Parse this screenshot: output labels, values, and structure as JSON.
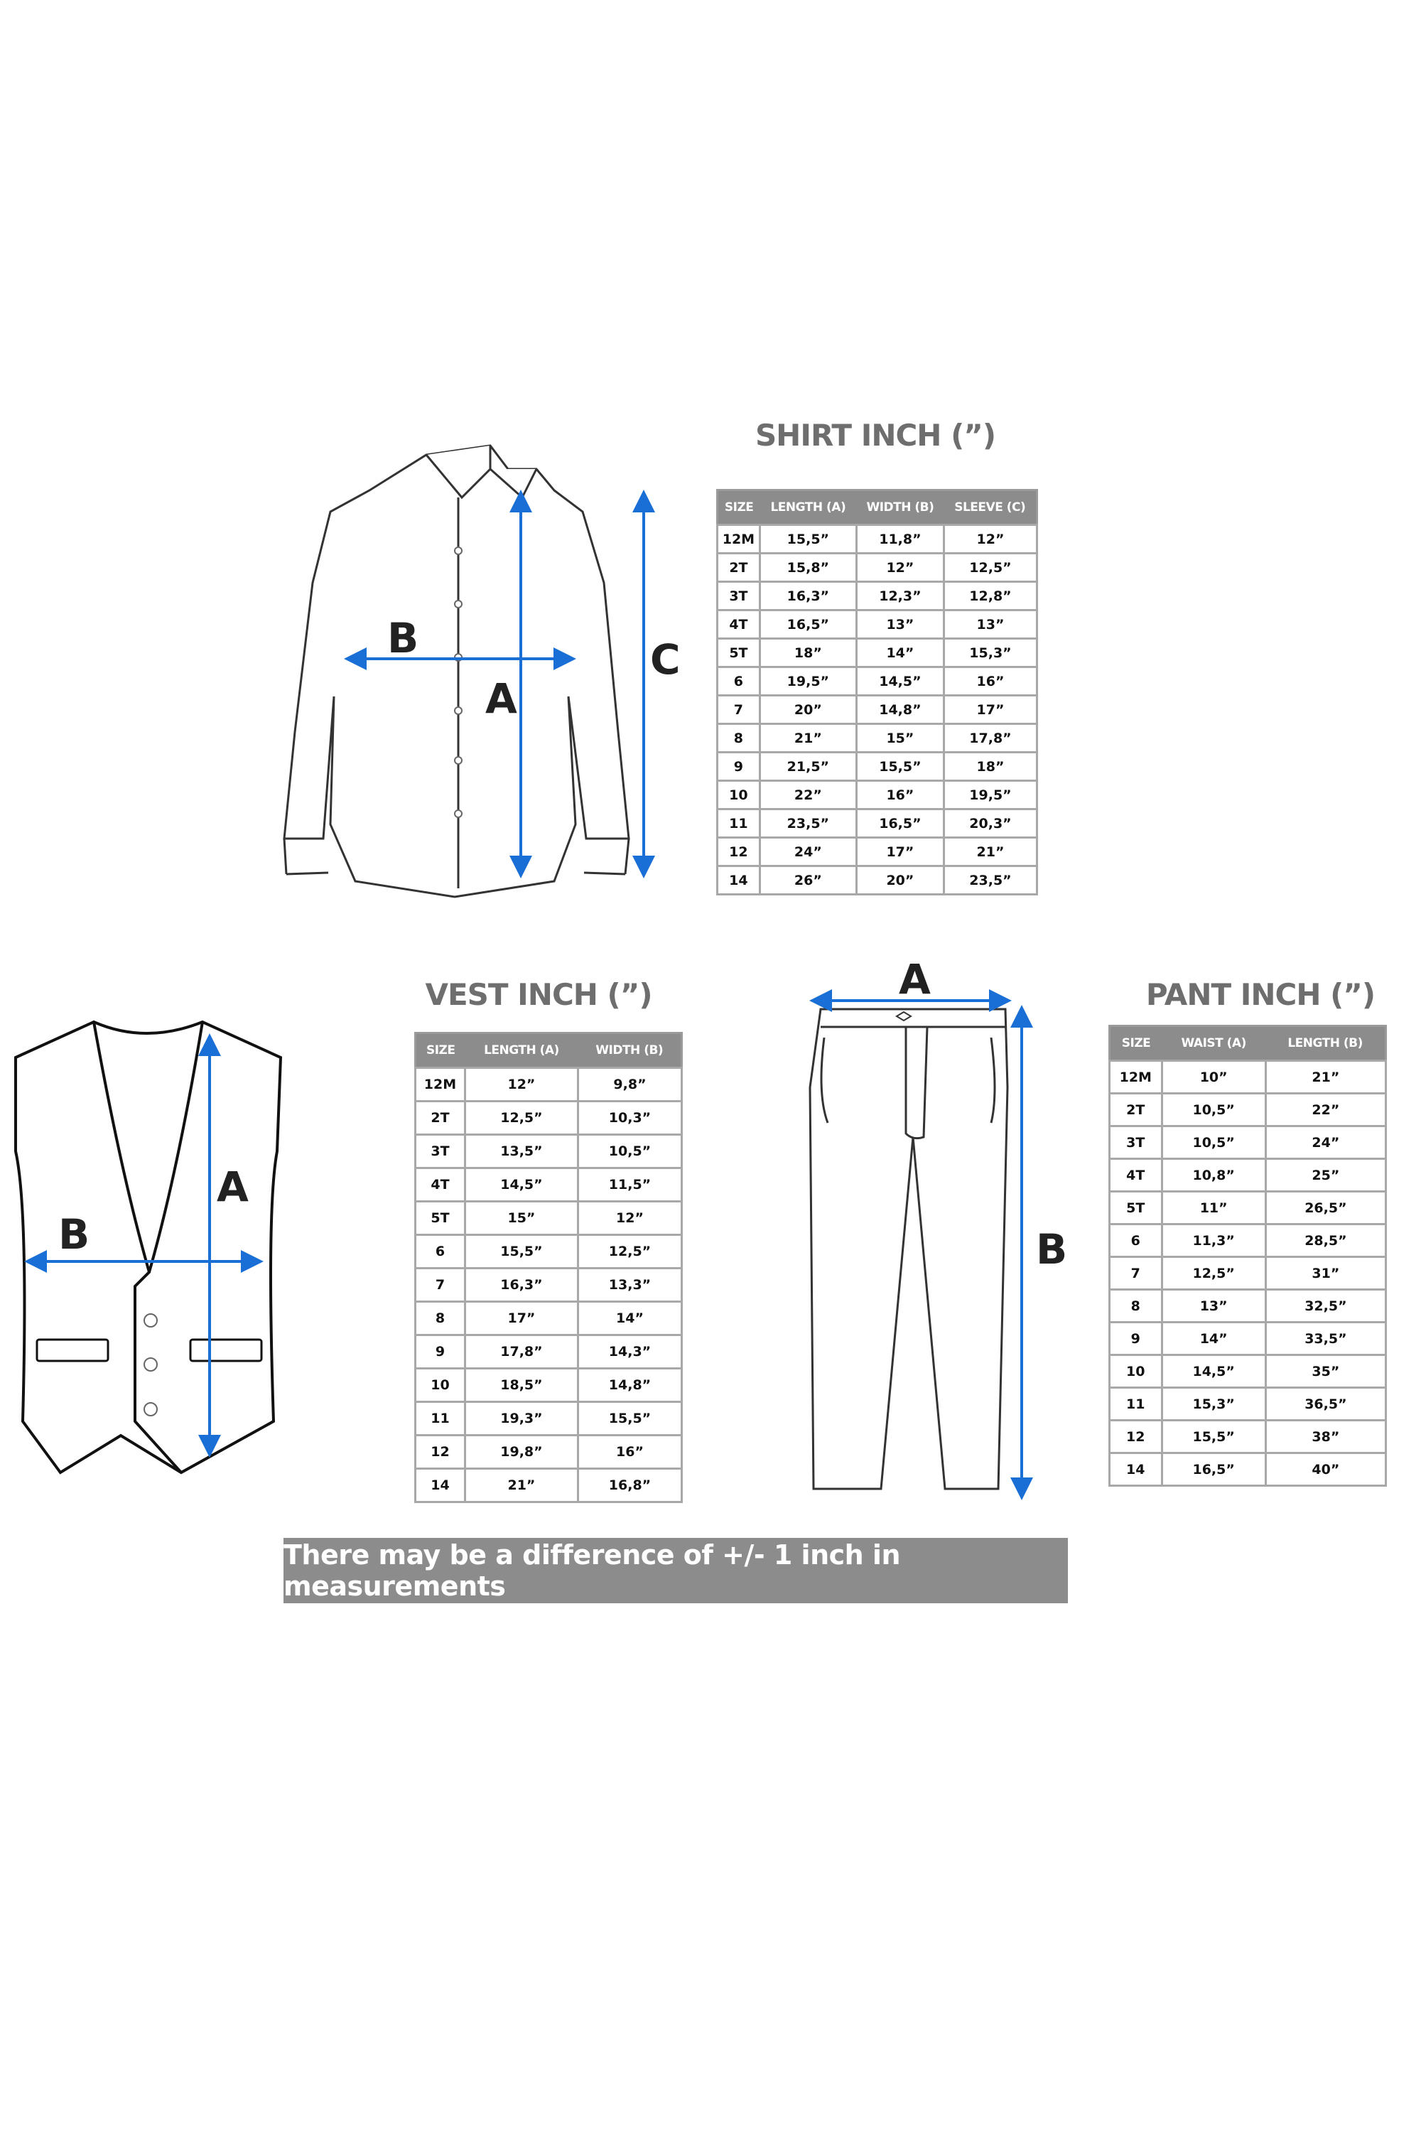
{
  "shirt": {
    "title": "SHIRT INCH (”)",
    "labels": {
      "a": "A",
      "b": "B",
      "c": "C"
    },
    "headers": [
      "SIZE",
      "LENGTH (A)",
      "WIDTH (B)",
      "SLEEVE (C)"
    ],
    "rows": [
      [
        "12M",
        "15,5”",
        "11,8”",
        "12”"
      ],
      [
        "2T",
        "15,8”",
        "12”",
        "12,5”"
      ],
      [
        "3T",
        "16,3”",
        "12,3”",
        "12,8”"
      ],
      [
        "4T",
        "16,5”",
        "13”",
        "13”"
      ],
      [
        "5T",
        "18”",
        "14”",
        "15,3”"
      ],
      [
        "6",
        "19,5”",
        "14,5”",
        "16”"
      ],
      [
        "7",
        "20”",
        "14,8”",
        "17”"
      ],
      [
        "8",
        "21”",
        "15”",
        "17,8”"
      ],
      [
        "9",
        "21,5”",
        "15,5”",
        "18”"
      ],
      [
        "10",
        "22”",
        "16”",
        "19,5”"
      ],
      [
        "11",
        "23,5”",
        "16,5”",
        "20,3”"
      ],
      [
        "12",
        "24”",
        "17”",
        "21”"
      ],
      [
        "14",
        "26”",
        "20”",
        "23,5”"
      ]
    ]
  },
  "vest": {
    "title": "VEST INCH (”)",
    "labels": {
      "a": "A",
      "b": "B"
    },
    "headers": [
      "SIZE",
      "LENGTH (A)",
      "WIDTH (B)"
    ],
    "rows": [
      [
        "12M",
        "12”",
        "9,8”"
      ],
      [
        "2T",
        "12,5”",
        "10,3”"
      ],
      [
        "3T",
        "13,5”",
        "10,5”"
      ],
      [
        "4T",
        "14,5”",
        "11,5”"
      ],
      [
        "5T",
        "15”",
        "12”"
      ],
      [
        "6",
        "15,5”",
        "12,5”"
      ],
      [
        "7",
        "16,3”",
        "13,3”"
      ],
      [
        "8",
        "17”",
        "14”"
      ],
      [
        "9",
        "17,8”",
        "14,3”"
      ],
      [
        "10",
        "18,5”",
        "14,8”"
      ],
      [
        "11",
        "19,3”",
        "15,5”"
      ],
      [
        "12",
        "19,8”",
        "16”"
      ],
      [
        "14",
        "21”",
        "16,8”"
      ]
    ]
  },
  "pant": {
    "title": "PANT INCH (”)",
    "labels": {
      "a": "A",
      "b": "B"
    },
    "headers": [
      "SIZE",
      "WAIST (A)",
      "LENGTH (B)"
    ],
    "rows": [
      [
        "12M",
        "10”",
        "21”"
      ],
      [
        "2T",
        "10,5”",
        "22”"
      ],
      [
        "3T",
        "10,5”",
        "24”"
      ],
      [
        "4T",
        "10,8”",
        "25”"
      ],
      [
        "5T",
        "11”",
        "26,5”"
      ],
      [
        "6",
        "11,3”",
        "28,5”"
      ],
      [
        "7",
        "12,5”",
        "31”"
      ],
      [
        "8",
        "13”",
        "32,5”"
      ],
      [
        "9",
        "14”",
        "33,5”"
      ],
      [
        "10",
        "14,5”",
        "35”"
      ],
      [
        "11",
        "15,3”",
        "36,5”"
      ],
      [
        "12",
        "15,5”",
        "38”"
      ],
      [
        "14",
        "16,5”",
        "40”"
      ]
    ]
  },
  "note": "There may be a difference of +/- 1 inch in measurements",
  "colors": {
    "arrow": "#1a6fd6",
    "header": "#8c8c8c",
    "title": "#6e6e6e"
  }
}
